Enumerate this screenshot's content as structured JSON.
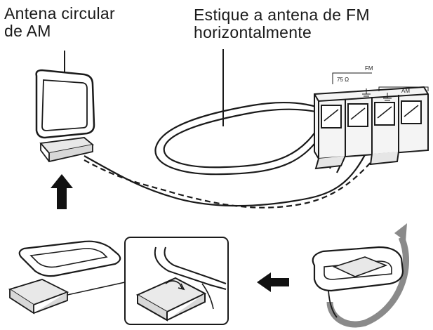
{
  "labels": {
    "am_antenna": "Antena circular\nde AM",
    "fm_antenna": "Estique a antena de FM\nhorizontalmente"
  },
  "terminals": {
    "fm": "FM",
    "fm_impedance": "75 Ω",
    "am": "AM"
  },
  "colors": {
    "line": "#1a1a1a",
    "panel_fill": "#f4f4f4",
    "rotate_arrow": "#8a8a8a",
    "direction_arrow": "#111111"
  }
}
